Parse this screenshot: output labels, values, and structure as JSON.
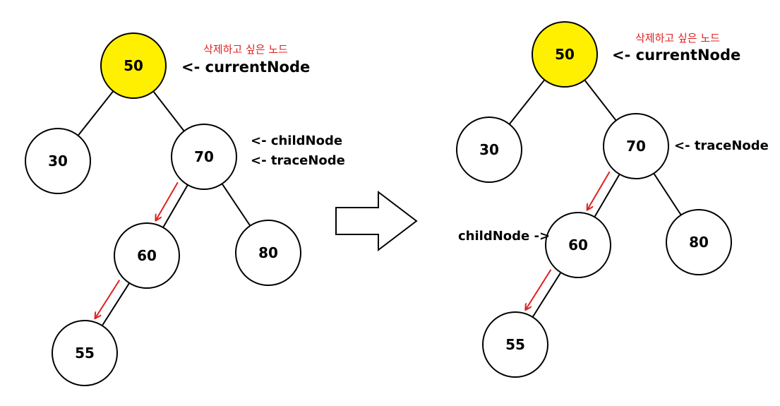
{
  "colors": {
    "highlight_fill": "#fff000",
    "node_fill": "#ffffff",
    "stroke": "#000000",
    "arrow": "#e02020",
    "note_text": "#e02020"
  },
  "diagrams": [
    {
      "nodes": [
        {
          "id": "n50",
          "value": "50",
          "highlighted": true
        },
        {
          "id": "n30",
          "value": "30",
          "highlighted": false
        },
        {
          "id": "n70",
          "value": "70",
          "highlighted": false
        },
        {
          "id": "n60",
          "value": "60",
          "highlighted": false
        },
        {
          "id": "n80",
          "value": "80",
          "highlighted": false
        },
        {
          "id": "n55",
          "value": "55",
          "highlighted": false
        }
      ],
      "edges": [
        [
          "n50",
          "n30"
        ],
        [
          "n50",
          "n70"
        ],
        [
          "n70",
          "n60"
        ],
        [
          "n70",
          "n80"
        ],
        [
          "n60",
          "n55"
        ]
      ],
      "arrows": [
        [
          "n70",
          "n60"
        ],
        [
          "n60",
          "n55"
        ]
      ],
      "note": "삭제하고 싶은 노드",
      "labels": [
        "<- currentNode",
        "<- childNode",
        "<- traceNode"
      ]
    },
    {
      "nodes": [
        {
          "id": "n50",
          "value": "50",
          "highlighted": true
        },
        {
          "id": "n30",
          "value": "30",
          "highlighted": false
        },
        {
          "id": "n70",
          "value": "70",
          "highlighted": false
        },
        {
          "id": "n60",
          "value": "60",
          "highlighted": false
        },
        {
          "id": "n80",
          "value": "80",
          "highlighted": false
        },
        {
          "id": "n55",
          "value": "55",
          "highlighted": false
        }
      ],
      "edges": [
        [
          "n50",
          "n30"
        ],
        [
          "n50",
          "n70"
        ],
        [
          "n70",
          "n60"
        ],
        [
          "n70",
          "n80"
        ],
        [
          "n60",
          "n55"
        ]
      ],
      "arrows": [
        [
          "n70",
          "n60"
        ],
        [
          "n60",
          "n55"
        ]
      ],
      "note": "삭제하고 싶은 노드",
      "labels": [
        "<- currentNode",
        "<- traceNode",
        "childNode ->"
      ]
    }
  ]
}
